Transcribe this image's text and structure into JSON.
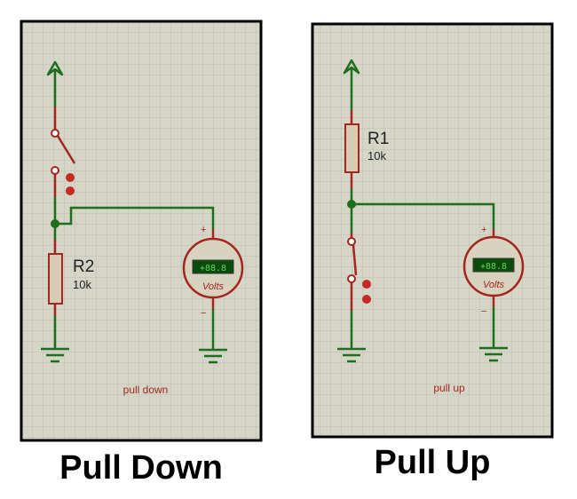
{
  "panels": [
    {
      "resistor_name": "R2",
      "resistor_value": "10k",
      "meter_display": "+88.8",
      "meter_unit": "Volts",
      "meter_plus": "+",
      "meter_minus": "−",
      "note": "pull down",
      "caption": "Pull Down"
    },
    {
      "resistor_name": "R1",
      "resistor_value": "10k",
      "meter_display": "+88.8",
      "meter_unit": "Volts",
      "meter_plus": "+",
      "meter_minus": "−",
      "note": "pull up",
      "caption": "Pull Up"
    }
  ],
  "colors": {
    "board": "#d6d6c8",
    "grid": "#bdbdae",
    "wire": "#1d6e1d",
    "component": "#a3261f",
    "resistor_fill": "#d8cdb4",
    "meter_fill": "#d7d3bf",
    "lcd": "#0a4a0a",
    "lcd_text": "#5fd45f"
  },
  "icons": [
    "power-arrow-icon",
    "ground-icon",
    "switch-icon",
    "voltmeter-icon",
    "resistor-icon"
  ]
}
